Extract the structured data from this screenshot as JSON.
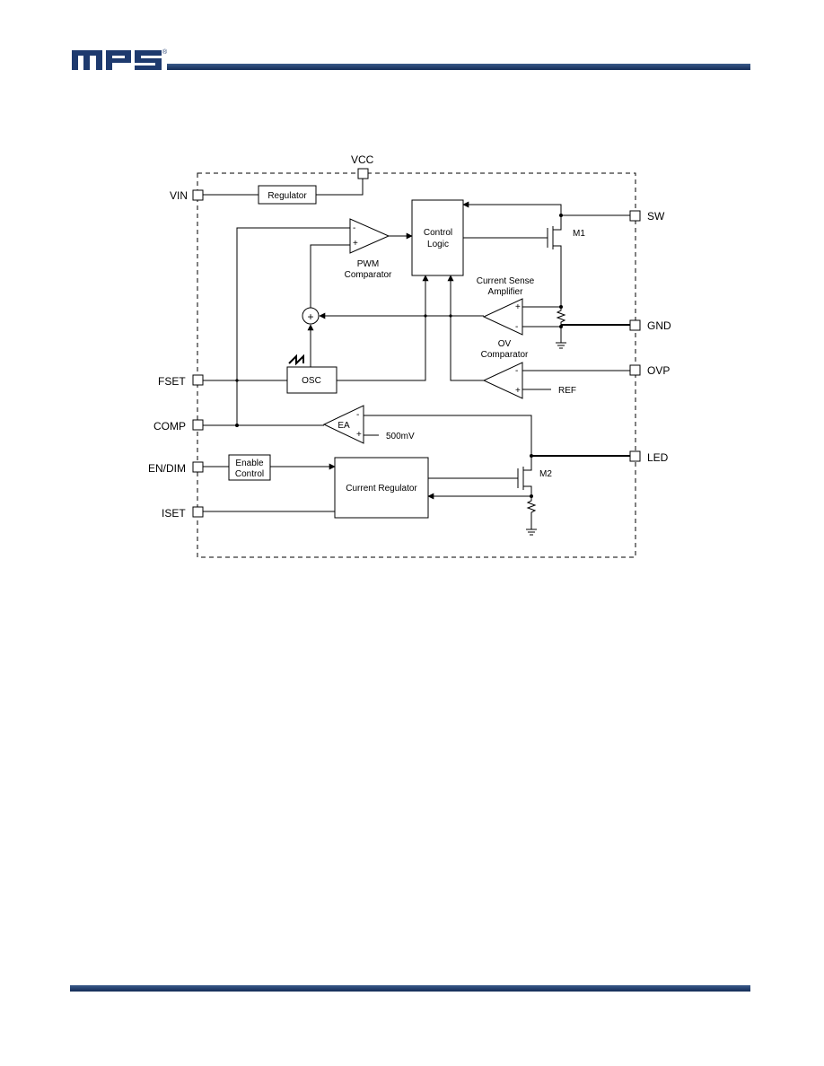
{
  "header": {
    "logo_text": "MPS",
    "logo_mark": "®"
  },
  "pins": {
    "vcc": "VCC",
    "vin": "VIN",
    "fset": "FSET",
    "comp": "COMP",
    "en_dim": "EN/DIM",
    "iset": "ISET",
    "sw": "SW",
    "gnd": "GND",
    "ovp": "OVP",
    "led": "LED"
  },
  "blocks": {
    "regulator": "Regulator",
    "control_logic_1": "Control",
    "control_logic_2": "Logic",
    "osc": "OSC",
    "enable_control_1": "Enable",
    "enable_control_2": "Control",
    "current_regulator": "Current Regulator",
    "ea": "EA"
  },
  "labels": {
    "pwm_comparator_1": "PWM",
    "pwm_comparator_2": "Comparator",
    "current_sense_1": "Current Sense",
    "current_sense_2": "Amplifier",
    "ov_comparator_1": "OV",
    "ov_comparator_2": "Comparator",
    "ref": "REF",
    "ref_500mv": "500mV",
    "m1": "M1",
    "m2": "M2",
    "plus": "+",
    "minus": "-"
  },
  "colors": {
    "brand_blue": "#1e3a6e",
    "rule_blue": "#1f3868"
  }
}
